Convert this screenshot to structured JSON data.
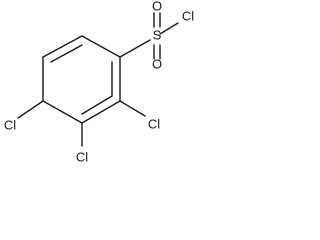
{
  "molecule": {
    "labels": {
      "sulfur": "S",
      "sulfonyl_chloride": "Cl",
      "oxygen_top": "O",
      "oxygen_bottom": "O",
      "chlorine_left": "Cl",
      "chlorine_right": "Cl",
      "chlorine_bottom": "Cl"
    }
  },
  "colors": {
    "line": "#1a1a1a",
    "background": "#ffffff"
  }
}
